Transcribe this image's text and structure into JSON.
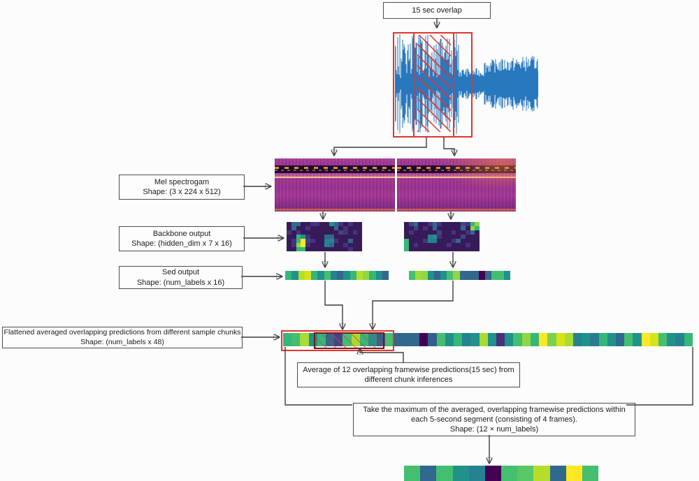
{
  "diagram": {
    "top_box": "15 sec overlap",
    "mel_label": {
      "title": "Mel spectrogam",
      "shape": "Shape: (3 x 224 x 512)"
    },
    "backbone_label": {
      "title": "Backbone output",
      "shape": "Shape: (hidden_dim x 7 x 16)"
    },
    "sed_label": {
      "title": "Sed output",
      "shape": "Shape: (num_labels x 16)"
    },
    "flattened_label": {
      "title": "Flattened averaged overlapping predictions from different sample chunks",
      "shape": "Shape: (num_labels x 48)"
    },
    "average_box": "Average of 12 overlapping framewise predictions(15 sec) from different chunk inferences",
    "max_box": {
      "line1": "Take the maximum of the averaged, overlapping framewise predictions within",
      "line2": "each 5-second segment (consisting of 4 frames).",
      "line3": "Shape: (12 × num_labels)"
    }
  },
  "colors": {
    "waveform_blue": "#2878be",
    "overlay_red": "#e0352f",
    "inner_box_red": "#7a1512",
    "connector": "#3c3c3c"
  },
  "palette": {
    "0": "#371b58",
    "1": "#46327e",
    "2": "#414487",
    "3": "#31688e",
    "4": "#26828e",
    "5": "#21918c",
    "6": "#35b779",
    "7": "#90d743",
    "8": "#fde725"
  },
  "heatmaps": {
    "backbone_left": [
      "0330011005310100",
      "0300100000301000",
      "1010000000021010",
      "0065100033000000",
      "0168210044100300",
      "0178100043001000",
      "0066000000000100"
    ],
    "backbone_right": [
      "0230013100002167",
      "0020103000003076",
      "0100000200100130",
      "0000045100002000",
      "6000144000130000",
      "6010000001000100",
      "6000000000000000"
    ]
  },
  "strips": {
    "sed_left": [
      "#35b779",
      "#21918c",
      "#b5de2b",
      "#d8e219",
      "#35b779",
      "#21918c",
      "#44bf70",
      "#26828e",
      "#31688e",
      "#21918c",
      "#35b779",
      "#b5de2b",
      "#90d743",
      "#35b779",
      "#21918c",
      "#31688e"
    ],
    "sed_right": [
      "#44bf70",
      "#a0da39",
      "#90d743",
      "#21918c",
      "#31688e",
      "#21918c",
      "#44bf70",
      "#90d743",
      "#31688e",
      "#31688e",
      "#31688e",
      "#440154",
      "#31688e",
      "#44bf70",
      "#44bf70",
      "#21918c"
    ],
    "flattened": [
      "#35b779",
      "#44bf70",
      "#a8db34",
      "#21918c",
      "#35b779",
      "#31688e",
      "#414487",
      "#44bf70",
      "#a8db34",
      "#35b779",
      "#21918c",
      "#355f8d",
      "#44bf70",
      "#31688e",
      "#31688e",
      "#31688e",
      "#440154",
      "#355f8d",
      "#44bf70",
      "#21918c",
      "#35b779",
      "#26828e",
      "#21918c",
      "#a8db34",
      "#21918c",
      "#46327e",
      "#21918c",
      "#44bf70",
      "#90d743",
      "#35b779",
      "#fde725",
      "#7ad151",
      "#d8e219",
      "#a8db34",
      "#26828e",
      "#21918c",
      "#287d8e",
      "#35b779",
      "#21918c",
      "#31688e",
      "#44bf70",
      "#21918c",
      "#fde725",
      "#d8e219",
      "#44bf70",
      "#21918c",
      "#26828e",
      "#35b779"
    ],
    "final": [
      "#44bf70",
      "#31688e",
      "#44bf70",
      "#21918c",
      "#26828e",
      "#440154",
      "#44bf70",
      "#58c765",
      "#b5de2b",
      "#31688e",
      "#fde725",
      "#44bf70"
    ]
  }
}
